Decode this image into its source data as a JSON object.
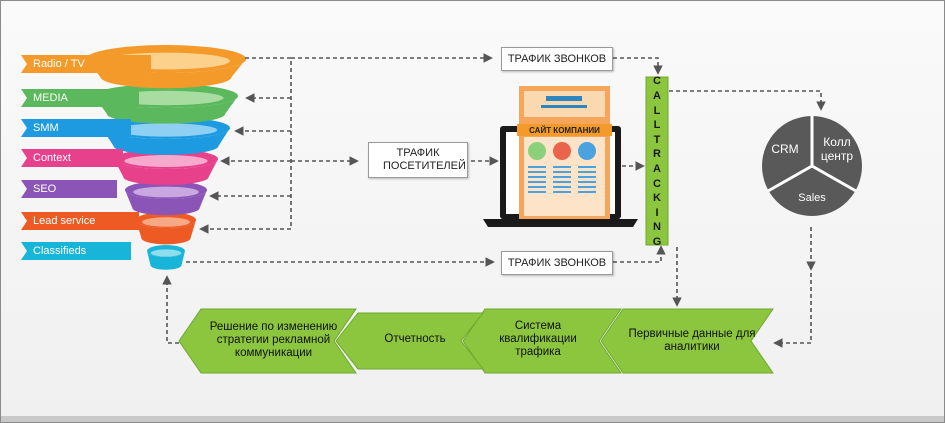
{
  "funnel": {
    "channels": [
      {
        "label": "Radio / TV",
        "color": "#f39a2b",
        "light": "#fbd18b"
      },
      {
        "label": "MEDIA",
        "color": "#5cb85c",
        "light": "#a9dca0"
      },
      {
        "label": "SMM",
        "color": "#1e9be0",
        "light": "#8ed0f4"
      },
      {
        "label": "Context",
        "color": "#e8418c",
        "light": "#f7a9cd"
      },
      {
        "label": "SEO",
        "color": "#8a55b6",
        "light": "#c9a8e2"
      },
      {
        "label": "Lead service",
        "color": "#ee5a24",
        "light": "#f7a884"
      },
      {
        "label": "Classifieds",
        "color": "#19b5d8",
        "light": "#8fdcee"
      }
    ]
  },
  "traffic": {
    "calls_top": "ТРАФИК ЗВОНКОВ",
    "visitors": "ТРАФИК ПОСЕТИТЕЛЕЙ",
    "calls_bottom": "ТРАФИК ЗВОНКОВ"
  },
  "site": {
    "title": "САЙТ КОМПАНИИ"
  },
  "calltracking": {
    "letters": [
      "C",
      "A",
      "L",
      "L",
      "T",
      "R",
      "A",
      "C",
      "K",
      "I",
      "N",
      "G"
    ],
    "color": "#8cc63f"
  },
  "crm": {
    "crm": "CRM",
    "call_center": "Колл центр",
    "sales": "Sales",
    "color": "#595959"
  },
  "pipeline": [
    {
      "label": "Первичные данные для аналитики"
    },
    {
      "label": "Система квалификации трафика"
    },
    {
      "label": "Отчетность"
    },
    {
      "label": "Решение по изменению стратегии рекламной коммуникации"
    }
  ],
  "colors": {
    "arrow_green": "#8cc63f",
    "arrow_green_dark": "#6fa82f",
    "dash": "#555555"
  }
}
